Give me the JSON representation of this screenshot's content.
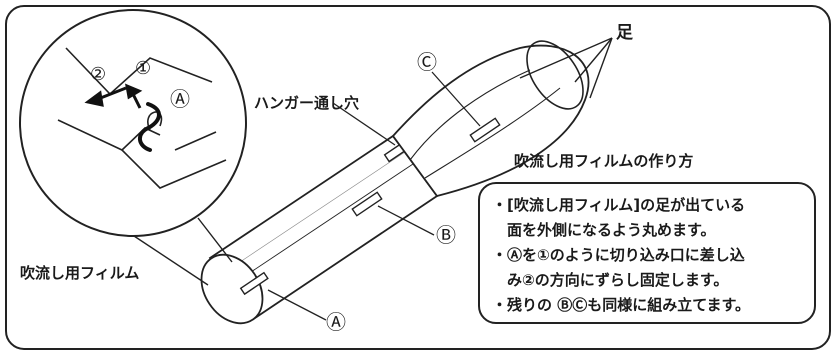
{
  "labels": {
    "legs": "足",
    "hanger_hole": "ハンガー通し穴",
    "film": "吹流し用フィルム",
    "title": "吹流し用フィルムの作り方",
    "mark_a_top": "Ⓐ",
    "mark_a_bottom": "Ⓐ",
    "mark_b": "Ⓑ",
    "mark_c": "Ⓒ",
    "step_1": "①",
    "step_2": "②"
  },
  "instructions": [
    "・[吹流し用フィルム]の足が出ている",
    "　面を外側になるよう丸めます。",
    "・Ⓐを①のように切り込み口に差し込",
    "　み②の方向にずらし固定します。",
    "・残りの ⒷⒸも同様に組み立てます。"
  ],
  "colors": {
    "line": "#1a1a1a",
    "background": "#ffffff"
  }
}
